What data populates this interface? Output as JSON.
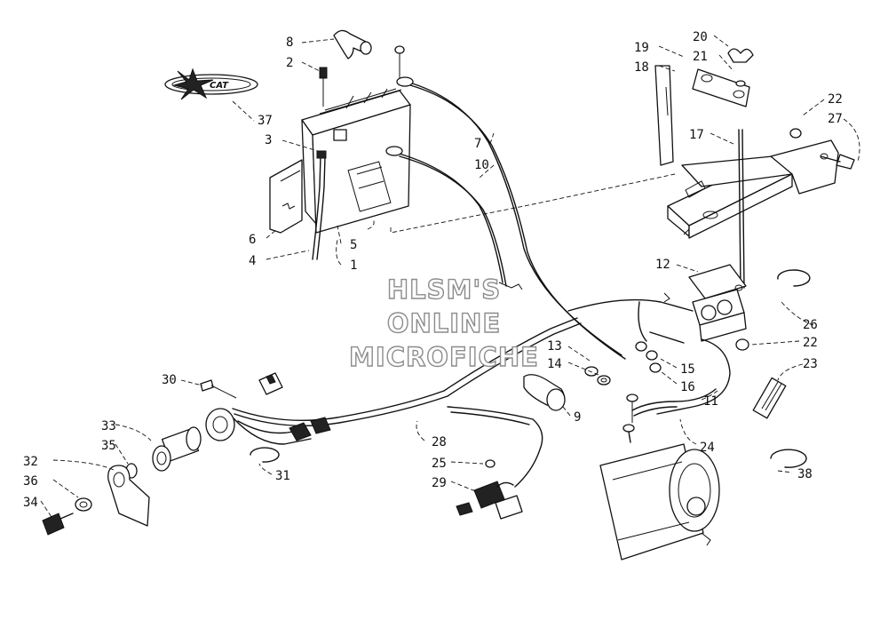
{
  "watermark": {
    "line1": "HLSM'S",
    "line2": "ONLINE",
    "line3": "MICROFICHE"
  },
  "callouts": {
    "c1": "1",
    "c2": "2",
    "c3": "3",
    "c4": "4",
    "c5": "5",
    "c6": "6",
    "c7": "7",
    "c8": "8",
    "c9": "9",
    "c10": "10",
    "c11": "11",
    "c12": "12",
    "c13": "13",
    "c14": "14",
    "c15": "15",
    "c16": "16",
    "c17": "17",
    "c18": "18",
    "c19": "19",
    "c20": "20",
    "c21": "21",
    "c22a": "22",
    "c22b": "22",
    "c23": "23",
    "c24": "24",
    "c25": "25",
    "c26": "26",
    "c27": "27",
    "c28": "28",
    "c29": "29",
    "c30": "30",
    "c31": "31",
    "c32": "32",
    "c33": "33",
    "c34": "34",
    "c35": "35",
    "c36": "36",
    "c37": "37",
    "c38": "38"
  },
  "colors": {
    "ink": "#111111",
    "watermark_outline": "#8c8c8c"
  }
}
